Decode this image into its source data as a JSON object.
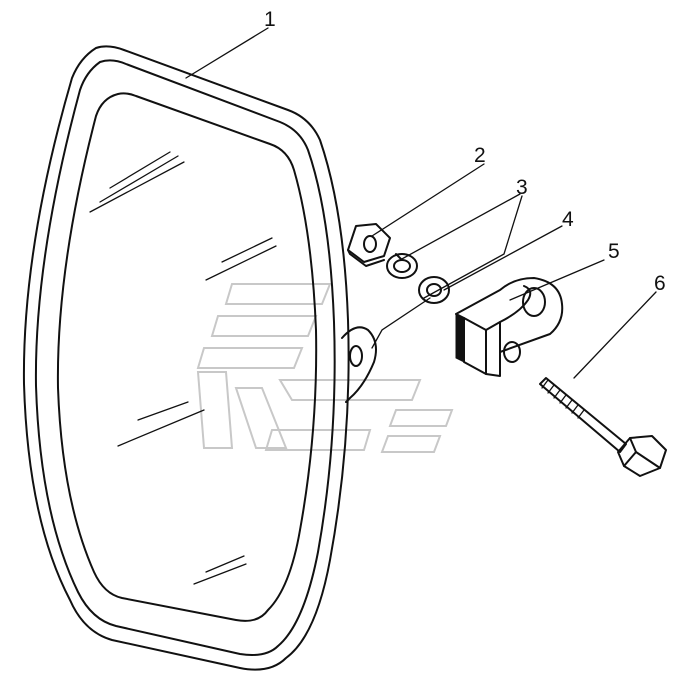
{
  "callouts": [
    {
      "id": "1",
      "label": "1"
    },
    {
      "id": "2",
      "label": "2"
    },
    {
      "id": "3",
      "label": "3"
    },
    {
      "id": "4",
      "label": "4"
    },
    {
      "id": "5",
      "label": "5"
    },
    {
      "id": "6",
      "label": "6"
    }
  ],
  "colors": {
    "line": "#111111",
    "watermark": "#c8c8c8",
    "background": "#ffffff"
  }
}
